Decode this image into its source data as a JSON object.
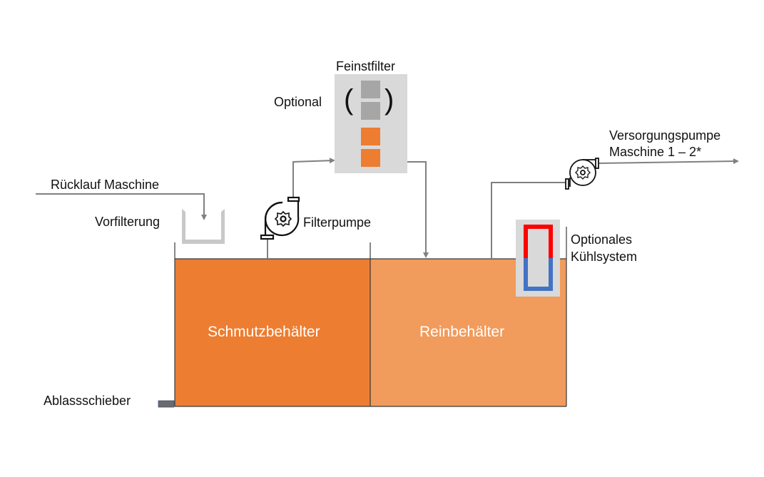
{
  "labels": {
    "feinstfilter": "Feinstfilter",
    "optional": "Optional",
    "ruecklauf": "Rücklauf Maschine",
    "vorfilterung": "Vorfilterung",
    "filterpumpe": "Filterpumpe",
    "versorgung_line1": "Versorgungspumpe",
    "versorgung_line2": "Maschine 1 – 2*",
    "kuehl_line1": "Optionales",
    "kuehl_line2": "Kühlsystem",
    "ablass": "Ablassschieber",
    "paren_open": "(",
    "paren_close": ")"
  },
  "tanks": {
    "schmutz": "Schmutzbehälter",
    "rein": "Reinbehälter"
  },
  "colors": {
    "schmutz_fill": "#ED7D31",
    "rein_fill": "#F19B5C",
    "filter_box": "#D9D9D9",
    "filter_optional": "#A6A6A6",
    "filter_active": "#ED7D31",
    "pipe": "#808080",
    "hot": "#FF0000",
    "cold": "#4472C4",
    "valve": "#6B6B6B"
  }
}
